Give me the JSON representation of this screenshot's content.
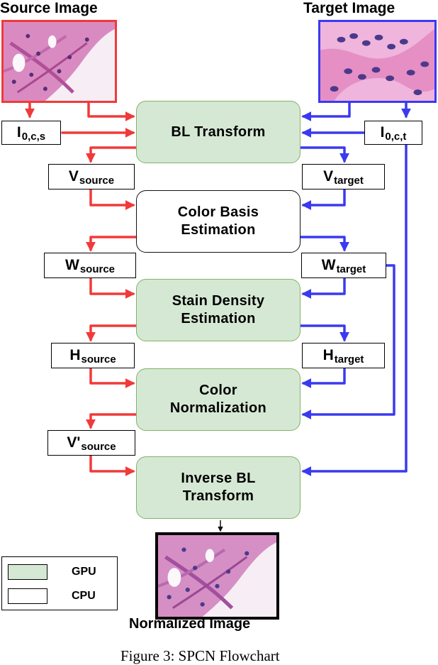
{
  "source_image": {
    "title": "Source Image"
  },
  "target_image": {
    "title": "Target Image"
  },
  "inputs": {
    "source": {
      "main": "I",
      "sub": "0,c,s"
    },
    "target": {
      "main": "I",
      "sub": "0,c,t"
    }
  },
  "steps": {
    "bl_transform": "BL Transform",
    "color_basis": [
      "Color Basis",
      "Estimation"
    ],
    "stain_density": [
      "Stain Density",
      "Estimation"
    ],
    "color_normalization": [
      "Color",
      "Normalization"
    ],
    "inverse_bl": [
      "Inverse BL",
      "Transform"
    ]
  },
  "variables": {
    "v_source": {
      "main": "V",
      "sub": "source"
    },
    "v_target": {
      "main": "V",
      "sub": "target"
    },
    "w_source": {
      "main": "W",
      "sub": "source"
    },
    "w_target": {
      "main": "W",
      "sub": "target"
    },
    "h_source": {
      "main": "H",
      "sub": "source"
    },
    "h_target": {
      "main": "H",
      "sub": "target"
    },
    "v_prime_source": {
      "main": "V'",
      "sub": "source"
    }
  },
  "output_image": {
    "title": "Normalized Image"
  },
  "legend": {
    "gpu_label": "GPU",
    "cpu_label": "CPU"
  },
  "colors": {
    "source_arrow": "#f03a3a",
    "target_arrow": "#3a3af0",
    "gpu_fill": "#d5e8d4",
    "cpu_fill": "#ffffff"
  },
  "caption": "Figure 3: SPCN Flowchart"
}
